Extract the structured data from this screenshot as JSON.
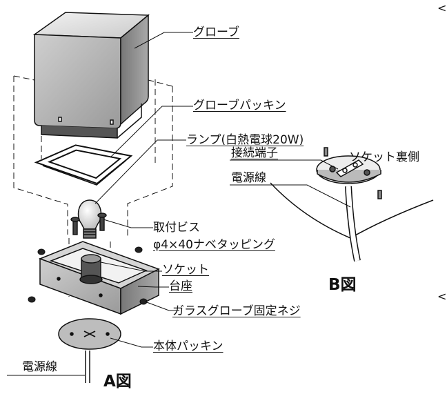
{
  "figure_a": {
    "title": "A図",
    "labels": {
      "globe": "グローブ",
      "globe_packing": "グローブパッキン",
      "lamp": "ランプ(白熱電球20W)",
      "screw": "取付ビス",
      "screw_spec": "φ4×40ナベタッピング",
      "socket": "ソケット",
      "base": "台座",
      "fix_screw": "ガラスグローブ固定ネジ",
      "body_packing": "本体パッキン",
      "power_cord": "電源線"
    }
  },
  "figure_b": {
    "title": "B図",
    "labels": {
      "socket_back": "ソケット裏側",
      "terminal": "接続端子",
      "power_cord": "電源線"
    }
  },
  "edge_marks": [
    "<",
    "<"
  ],
  "colors": {
    "line": "#111111",
    "shade": "#8a8a8a",
    "light": "#d9d9d9"
  }
}
